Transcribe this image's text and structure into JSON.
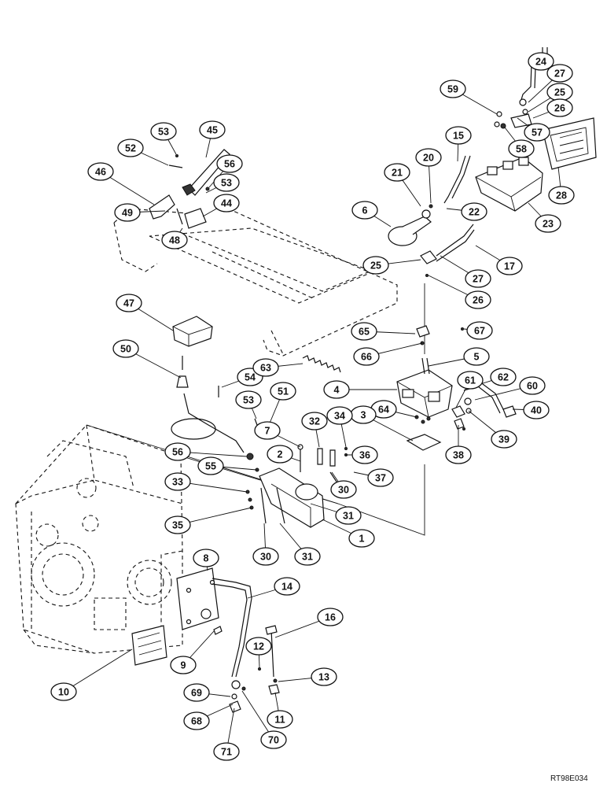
{
  "drawing_ref": "RT98E034",
  "callouts": [
    "45",
    "53",
    "52",
    "56",
    "46",
    "53",
    "44",
    "49",
    "48",
    "24",
    "27",
    "59",
    "25",
    "26",
    "57",
    "58",
    "28",
    "15",
    "20",
    "21",
    "22",
    "23",
    "6",
    "17",
    "25",
    "27",
    "26",
    "47",
    "65",
    "67",
    "66",
    "5",
    "50",
    "54",
    "63",
    "4",
    "62",
    "61",
    "60",
    "40",
    "64",
    "53",
    "51",
    "39",
    "38",
    "3",
    "34",
    "7",
    "32",
    "56",
    "2",
    "36",
    "55",
    "37",
    "30",
    "33",
    "31",
    "35",
    "1",
    "30",
    "31",
    "8",
    "14",
    "16",
    "9",
    "12",
    "13",
    "10",
    "69",
    "11",
    "68",
    "70",
    "71"
  ]
}
